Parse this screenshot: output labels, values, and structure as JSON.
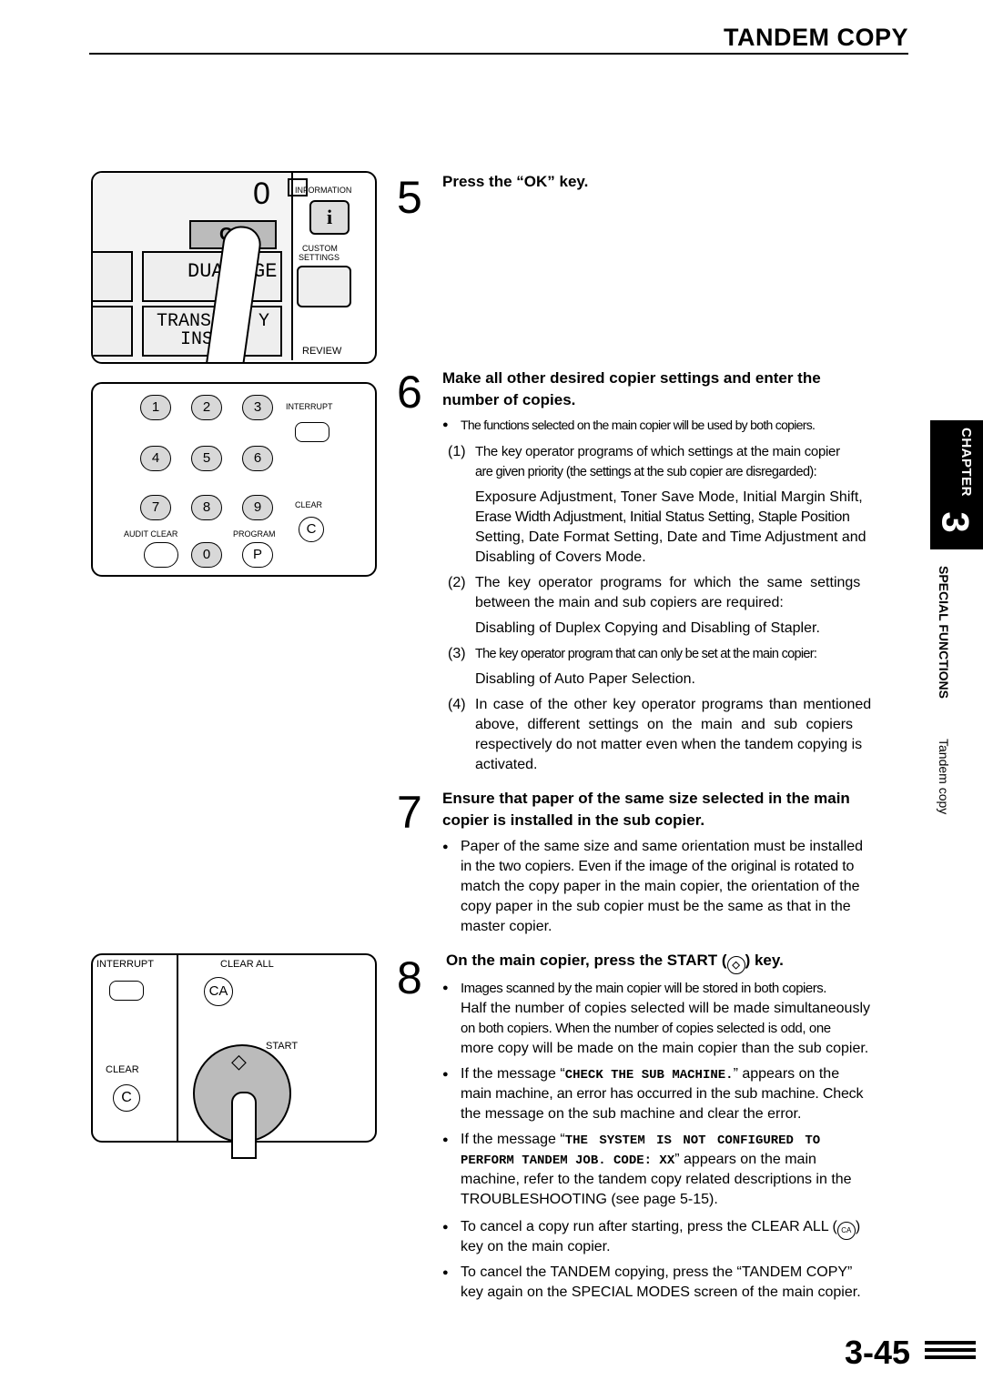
{
  "header": {
    "title": "TANDEM COPY"
  },
  "tab": {
    "chapter": "CHAPTER",
    "chapter_num": "3",
    "section": "SPECIAL FUNCTIONS",
    "subsection": "Tandem copy"
  },
  "panel1": {
    "zero": "0",
    "information": "INFORMATION",
    "ok": "OK",
    "custom": "CUSTOM",
    "settings": "SETTINGS",
    "dual": "DUA",
    "dual_end": "GE",
    "transp": "TRANSP",
    "transp_end": "Y",
    "inse": "INSE",
    "review": "REVIEW"
  },
  "keypad": {
    "keys": [
      "1",
      "2",
      "3",
      "4",
      "5",
      "6",
      "7",
      "8",
      "9",
      "0",
      "P",
      "C"
    ],
    "interrupt": "INTERRUPT",
    "clear": "CLEAR",
    "audit_clear": "AUDIT CLEAR",
    "program": "PROGRAM"
  },
  "panel3": {
    "interrupt": "INTERRUPT",
    "clear_all": "CLEAR ALL",
    "ca": "CA",
    "start": "START",
    "clear": "CLEAR",
    "c": "C"
  },
  "step5": {
    "num": "5",
    "head": "Press the “OK” key."
  },
  "step6": {
    "num": "6",
    "head1": "Make all other desired copier settings and enter the",
    "head2": "number of copies.",
    "bullet": "The functions selected on the main copier will be used by both copiers.",
    "i1_num": "(1)",
    "i1a": "The key operator programs of which settings at the main copier",
    "i1b": "are given priority (the settings at the sub copier are disregarded):",
    "i1c": "Exposure Adjustment, Toner Save Mode, Initial Margin Shift,",
    "i1d": "Erase Width Adjustment, Initial Status Setting, Staple Position",
    "i1e": "Setting, Date Format Setting, Date and Time Adjustment and",
    "i1f": "Disabling of Covers Mode.",
    "i2_num": "(2)",
    "i2a": "The key operator programs for which the same settings",
    "i2b": "between the main and sub copiers are required:",
    "i2c": "Disabling of Duplex Copying and Disabling of Stapler.",
    "i3_num": "(3)",
    "i3a": "The key operator program that can only be set at the main copier:",
    "i3b": "Disabling of Auto Paper Selection.",
    "i4_num": "(4)",
    "i4a": "In case of the other key operator programs than mentioned",
    "i4b": "above, different settings on the main and sub copiers",
    "i4c": "respectively do not matter even when the tandem copying is",
    "i4d": "activated."
  },
  "step7": {
    "num": "7",
    "head1": "Ensure that paper of the same size selected in the main",
    "head2": "copier is installed in the sub copier.",
    "b1": "Paper of the same size and same orientation must be installed",
    "b2": "in the two copiers. Even if the image of the original is rotated to",
    "b3": "match the copy paper in the main copier, the orientation of the",
    "b4": "copy paper in the sub copier must be the same as that in the",
    "b5": "master copier."
  },
  "step8": {
    "num": "8",
    "head_a": "On the main copier, press the START (",
    "head_b": ") key.",
    "b1a": "Images scanned by the main copier will be stored in both copiers.",
    "b1b": "Half the number of copies selected will be made simultaneously",
    "b1c": "on both copiers. When the number of copies selected is odd, one",
    "b1d": "more copy will be made on the main copier than the sub copier.",
    "b2a_pre": "If the message “",
    "b2a_mono": "CHECK THE SUB MACHINE.",
    "b2a_post": "” appears on the",
    "b2b": "main machine, an error has occurred in the sub machine. Check",
    "b2c": "the message on the sub machine and clear the error.",
    "b3a_pre": "If the message “",
    "b3a_mono": "THE SYSTEM IS NOT CONFIGURED TO",
    "b3b_mono": "PERFORM TANDEM JOB. CODE: XX",
    "b3b_post": "” appears on the main",
    "b3c": "machine, refer to the tandem copy related descriptions in the",
    "b3d": "TROUBLESHOOTING (see page 5-15).",
    "b4a_pre": "To cancel a copy run after starting, press the CLEAR ALL (",
    "b4a_ca": "CA",
    "b4a_post": ")",
    "b4b": "key on the main copier.",
    "b5a": "To cancel the TANDEM copying, press the “TANDEM COPY”",
    "b5b": "key again on the SPECIAL MODES screen of the main copier."
  },
  "page_number": "3-45"
}
